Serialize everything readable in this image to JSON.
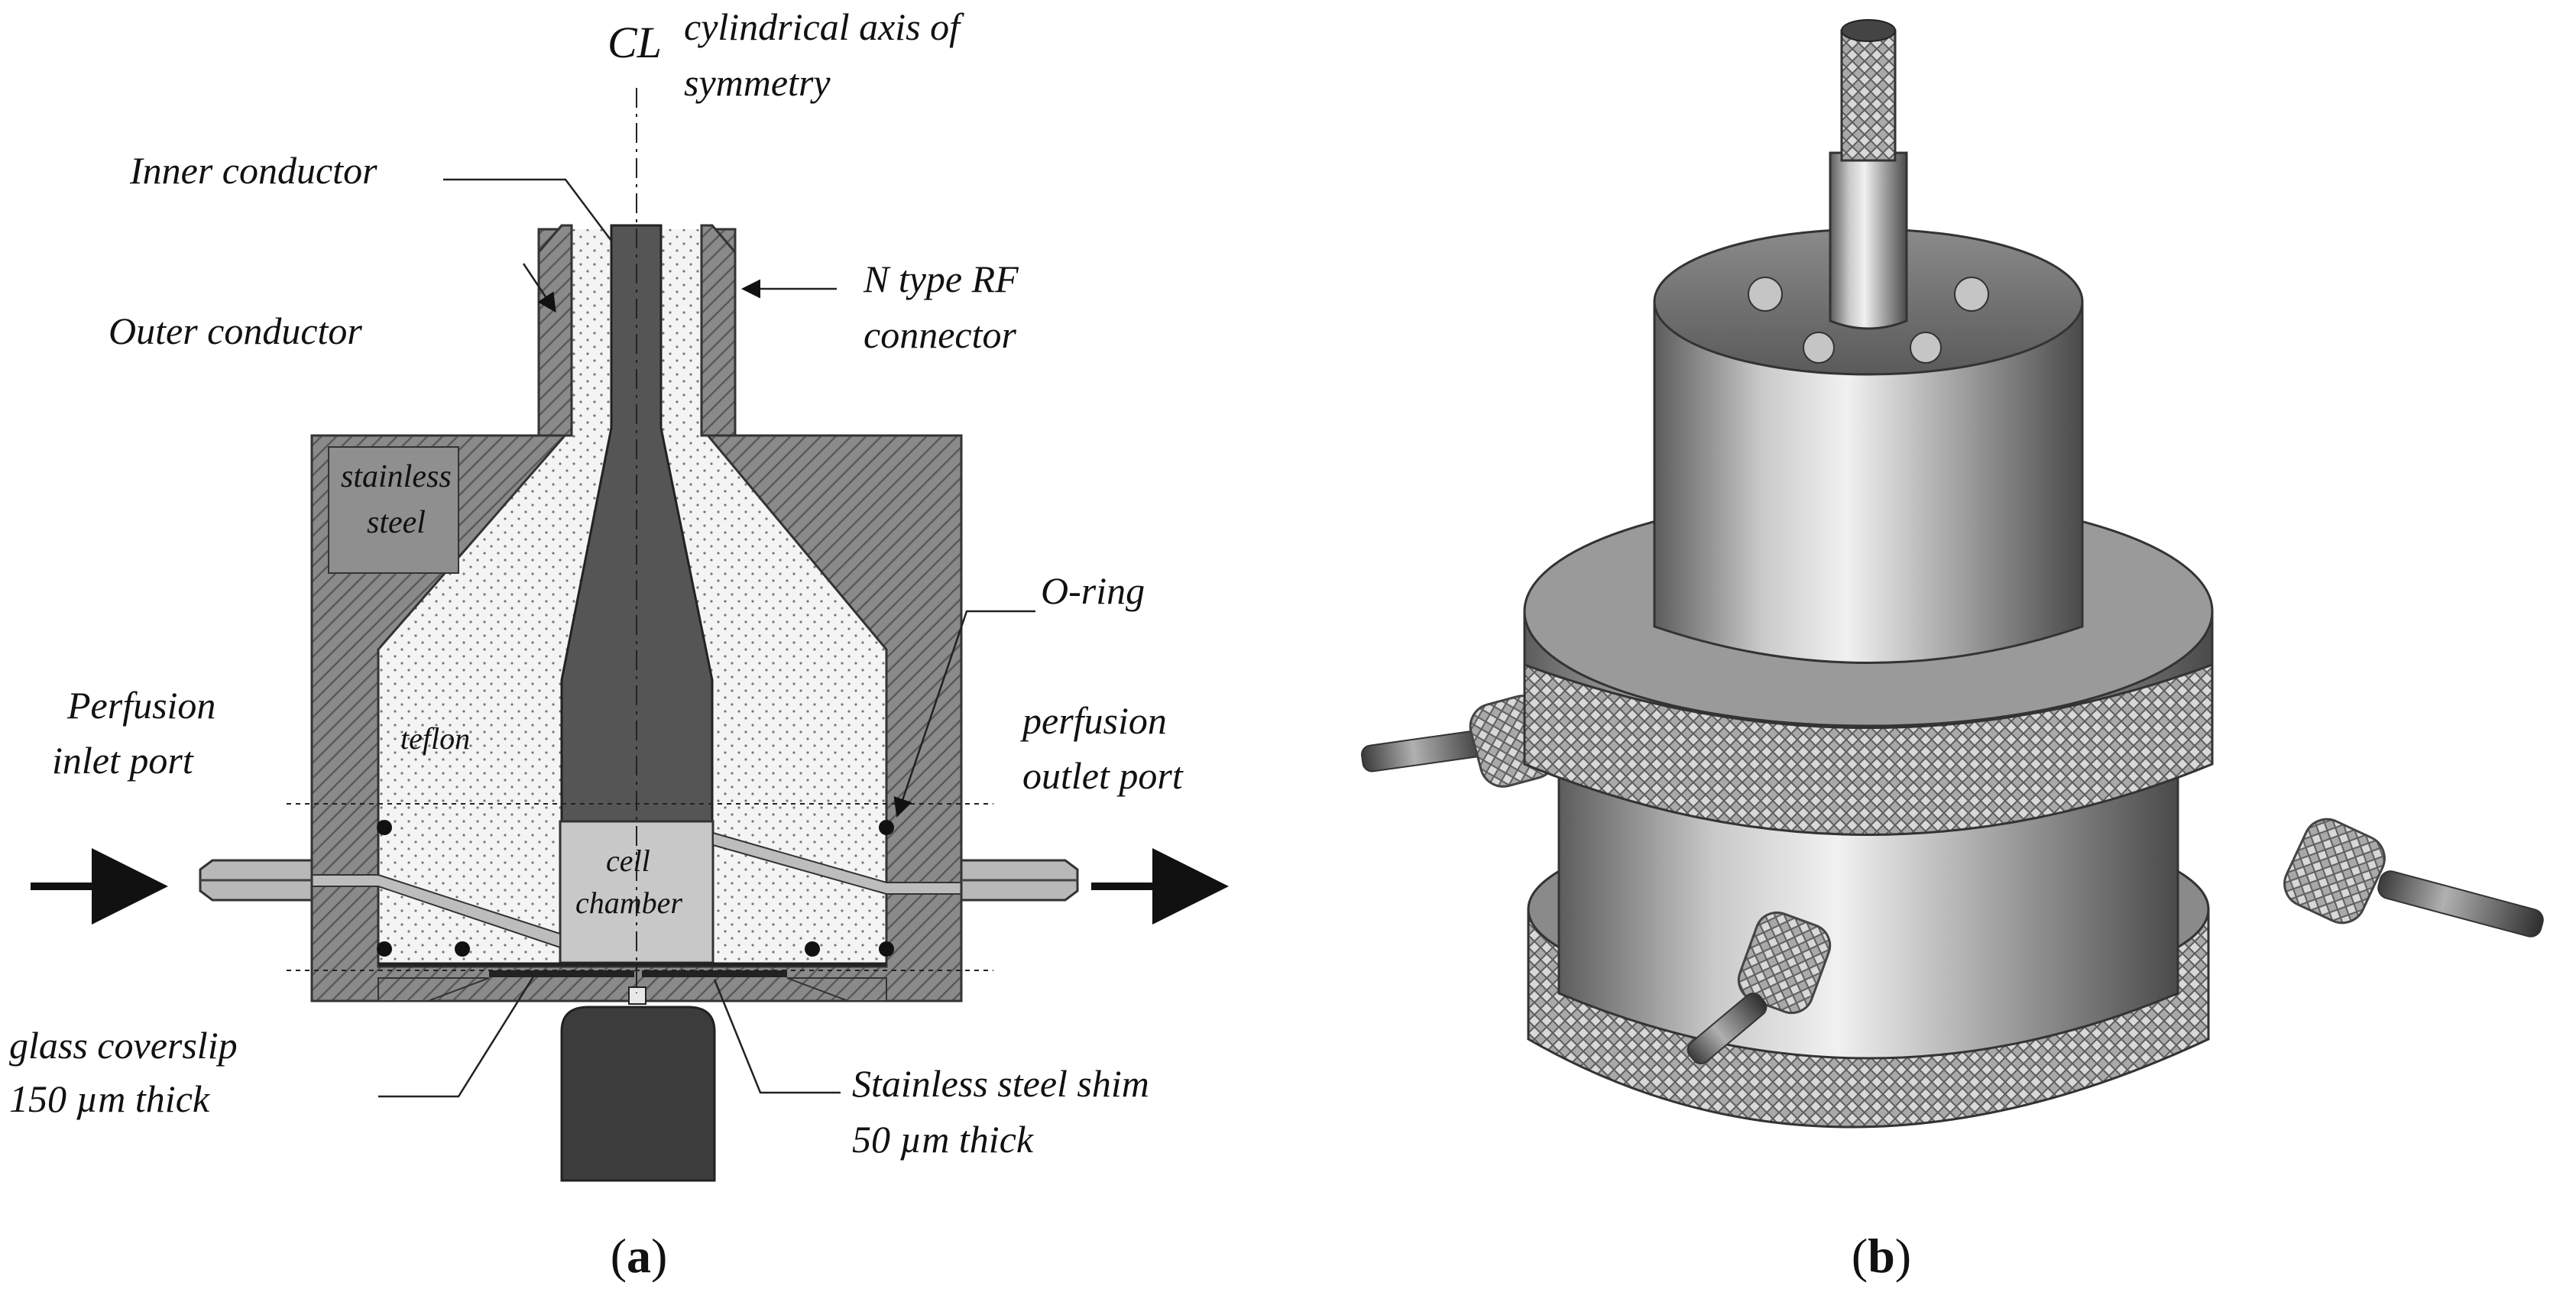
{
  "panel_a": {
    "centerline_symbol": "CL",
    "labels": {
      "axis_line1": "cylindrical axis of",
      "axis_line2": "symmetry",
      "inner_conductor": "Inner conductor",
      "outer_conductor": "Outer conductor",
      "connector_line1": "N type RF",
      "connector_line2": "connector",
      "stainless_line1": "stainless",
      "stainless_line2": "steel",
      "oring": "O-ring",
      "inlet_line1": "Perfusion",
      "inlet_line2": "inlet port",
      "outlet_line1": "perfusion",
      "outlet_line2": "outlet port",
      "teflon": "teflon",
      "chamber_line1": "cell",
      "chamber_line2": "chamber",
      "coverslip_line1": "glass coverslip",
      "coverslip_line2": "150 µm thick",
      "shim_line1": "Stainless steel shim",
      "shim_line2": "50 µm thick"
    },
    "caption": {
      "open": "(",
      "letter": "a",
      "close": ")"
    }
  },
  "panel_b": {
    "caption": {
      "open": "(",
      "letter": "b",
      "close": ")"
    }
  },
  "colors": {
    "steel_hatch": "#7a7a7a",
    "steel_fill": "#8f8f8f",
    "teflon_fill": "#f2f2f2",
    "chamber_fill": "#c8c8c8",
    "objective_fill": "#3c3c3c",
    "port_fill": "#b8b8b8"
  }
}
